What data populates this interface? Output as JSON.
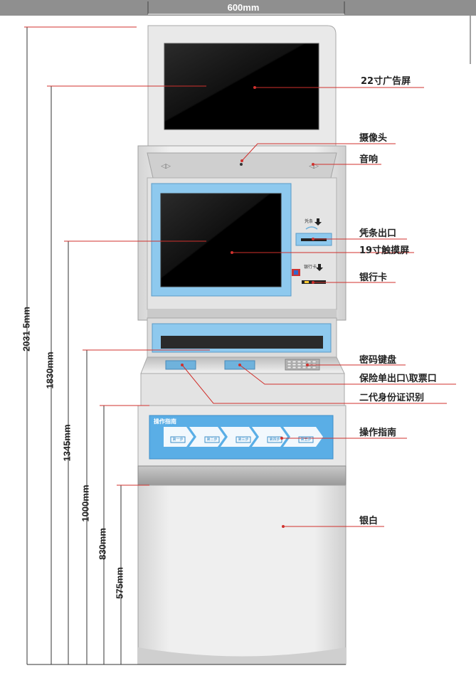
{
  "header": {
    "width_label": "600mm"
  },
  "dimensions": {
    "total_height": "2031 5mm",
    "upper_height": "1830mm",
    "screen_height": "1345mm",
    "keypad_height": "1000mm",
    "guide_height": "830mm",
    "base_height": "575mm"
  },
  "callouts": {
    "ad_screen": "22寸广告屏",
    "camera": "摄像头",
    "speaker": "音响",
    "receipt_slot": "凭条出口",
    "touch_screen": "19寸触摸屏",
    "bank_card": "银行卡",
    "pin_pad": "密码键盘",
    "policy_ticket": "保险单出口\\取票口",
    "id_reader": "二代身份证识别",
    "guide_panel": "操作指南",
    "cabinet_color": "银白"
  },
  "kiosk_labels": {
    "receipt_label": "凭条",
    "card_label": "银行卡",
    "guide_title": "操作指南",
    "steps": [
      "第一步",
      "第二步",
      "第三步",
      "第四步",
      "第五步"
    ]
  },
  "colors": {
    "leader_line": "#d0312d",
    "panel_blue": "#8ec9ee",
    "guide_blue": "#5aaee6",
    "body_silver": "#e6e6e6"
  }
}
